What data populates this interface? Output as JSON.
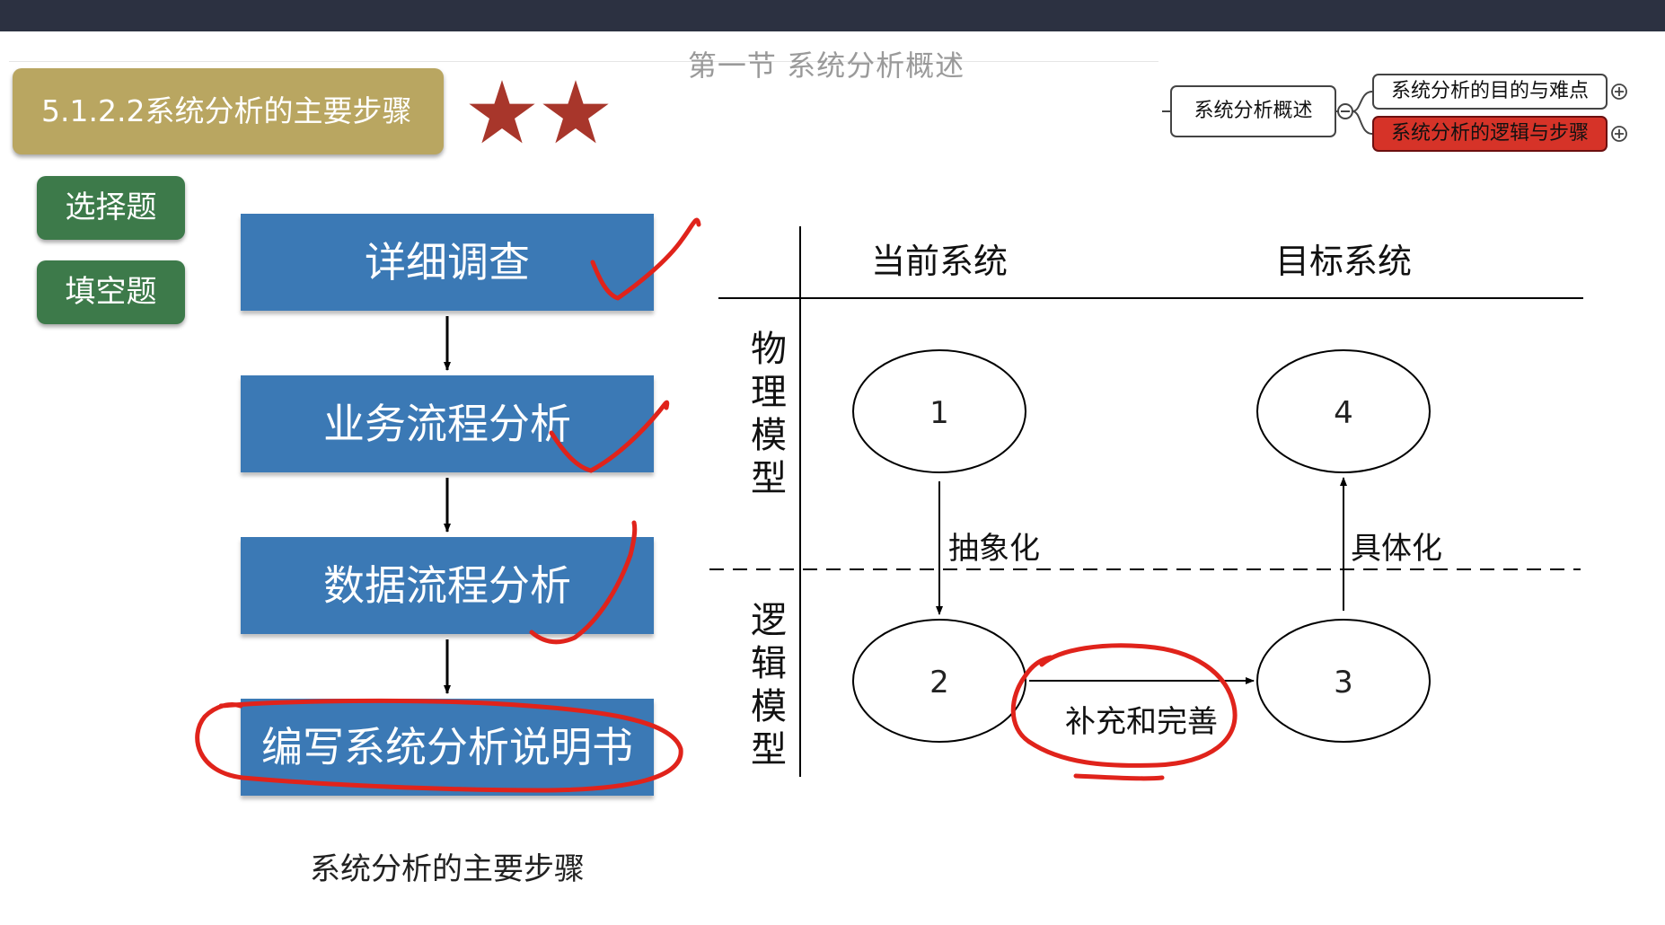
{
  "header": {
    "section_title": "第一节  系统分析概述"
  },
  "topic": {
    "label": "5.1.2.2系统分析的主要步骤",
    "stars": 2,
    "star_color": "#a8362b",
    "badge_color": "#b9a661"
  },
  "question_types": [
    {
      "label": "选择题"
    },
    {
      "label": "填空题"
    }
  ],
  "steps": {
    "items": [
      {
        "label": "详细调查",
        "checked": true
      },
      {
        "label": "业务流程分析",
        "checked": true
      },
      {
        "label": "数据流程分析",
        "checked": true
      },
      {
        "label": "编写系统分析说明书",
        "circled": true
      }
    ],
    "caption": "系统分析的主要步骤",
    "box_color": "#3b79b5"
  },
  "mindmap": {
    "root": "系统分析概述",
    "children": [
      {
        "label": "系统分析的目的与难点",
        "active": false
      },
      {
        "label": "系统分析的逻辑与步骤",
        "active": true
      }
    ],
    "active_color": "#d63328"
  },
  "model_diagram": {
    "columns": [
      "当前系统",
      "目标系统"
    ],
    "rows": [
      "物理模型",
      "逻辑模型"
    ],
    "nodes": [
      "1",
      "2",
      "3",
      "4"
    ],
    "edges": [
      {
        "from": "1",
        "to": "2",
        "label": "抽象化"
      },
      {
        "from": "2",
        "to": "3",
        "label": "补充和完善",
        "circled": true
      },
      {
        "from": "3",
        "to": "4",
        "label": "具体化"
      }
    ]
  },
  "annotation_color": "#e0231b"
}
